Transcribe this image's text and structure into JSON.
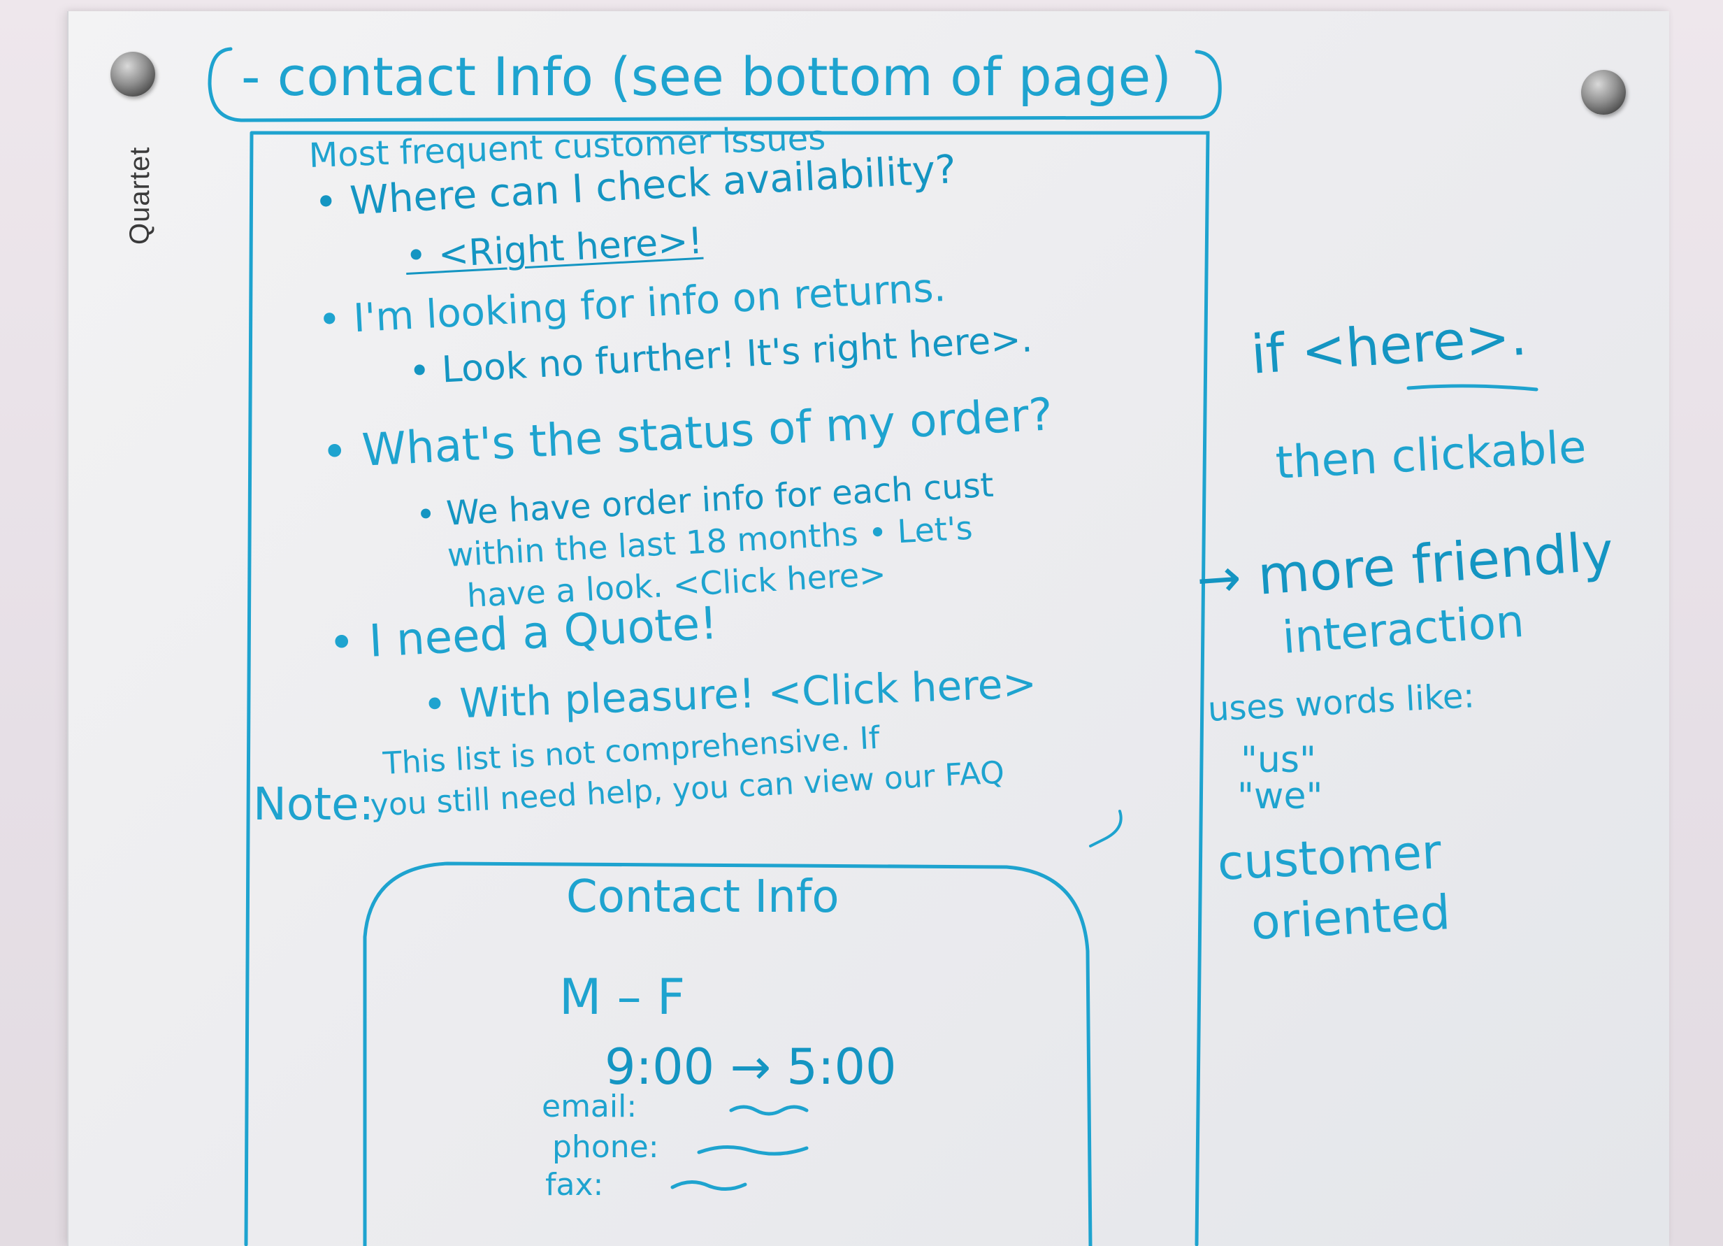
{
  "brand": "Quartet",
  "ink_color": "#1ea3cf",
  "header": "- contact Info (see bottom of page)",
  "section_title": "Most frequent customer issues",
  "issues": [
    {
      "question": "• Where can I check availability?",
      "answer": "• <Right here>!"
    },
    {
      "question": "• I'm looking for info on returns.",
      "answer": "• Look no further! It's right here>."
    },
    {
      "question": "• What's the status of my order?",
      "answer_lines": [
        "• We have order info for each cust",
        "within the last 18 months • Let's",
        "have a look. <Click here>"
      ]
    },
    {
      "question": "• I need a Quote!",
      "answer": "• With pleasure! <Click here>"
    }
  ],
  "note": {
    "label": "Note:",
    "line1": "This list is not comprehensive. If",
    "line2": "you still need help, you can view our FAQ"
  },
  "contact": {
    "title": "Contact Info",
    "days": "M – F",
    "hours": "9:00 → 5:00",
    "email_label": "email:",
    "phone_label": "phone:",
    "fax_label": "fax:"
  },
  "side_notes": {
    "if_here": "if <here>.",
    "then": "then clickable",
    "friendly_1": "→ more friendly",
    "friendly_2": "interaction",
    "uses_words": "uses words like:",
    "us": "\"us\"",
    "we": "\"we\"",
    "oriented_1": "customer",
    "oriented_2": "oriented"
  }
}
